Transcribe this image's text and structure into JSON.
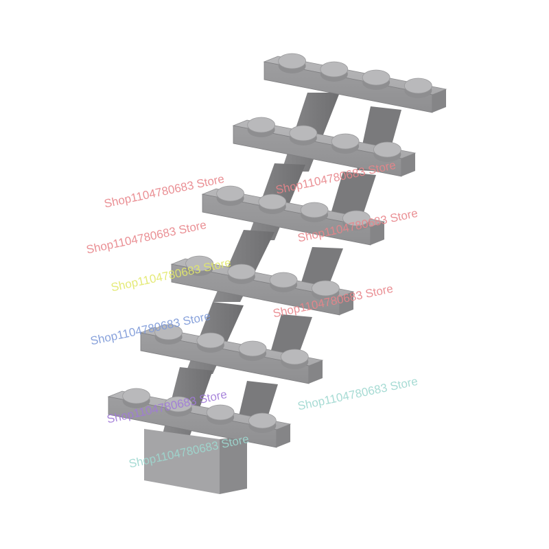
{
  "product": {
    "brick_color": "#a3a3a5",
    "watermark_text": "Shop1104780683 Store"
  },
  "watermarks": [
    {
      "text": "Shop1104780683 Store",
      "color": "#e8858a"
    },
    {
      "text": "Shop1104780683 Store",
      "color": "#e8858a"
    },
    {
      "text": "Shop1104780683 Store",
      "color": "#e8858a"
    },
    {
      "text": "Shop1104780683 Store",
      "color": "#e8858a"
    },
    {
      "text": "Shop1104780683 Store",
      "color": "#e2e86a"
    },
    {
      "text": "Shop1104780683 Store",
      "color": "#e8858a"
    },
    {
      "text": "Shop1104780683 Store",
      "color": "#7c98d8"
    },
    {
      "text": "Shop1104780683 Store",
      "color": "#a07ad8"
    },
    {
      "text": "Shop1104780683 Store",
      "color": "#9ed8d0"
    },
    {
      "text": "Shop1104780683 Store",
      "color": "#9ed8d0"
    }
  ]
}
